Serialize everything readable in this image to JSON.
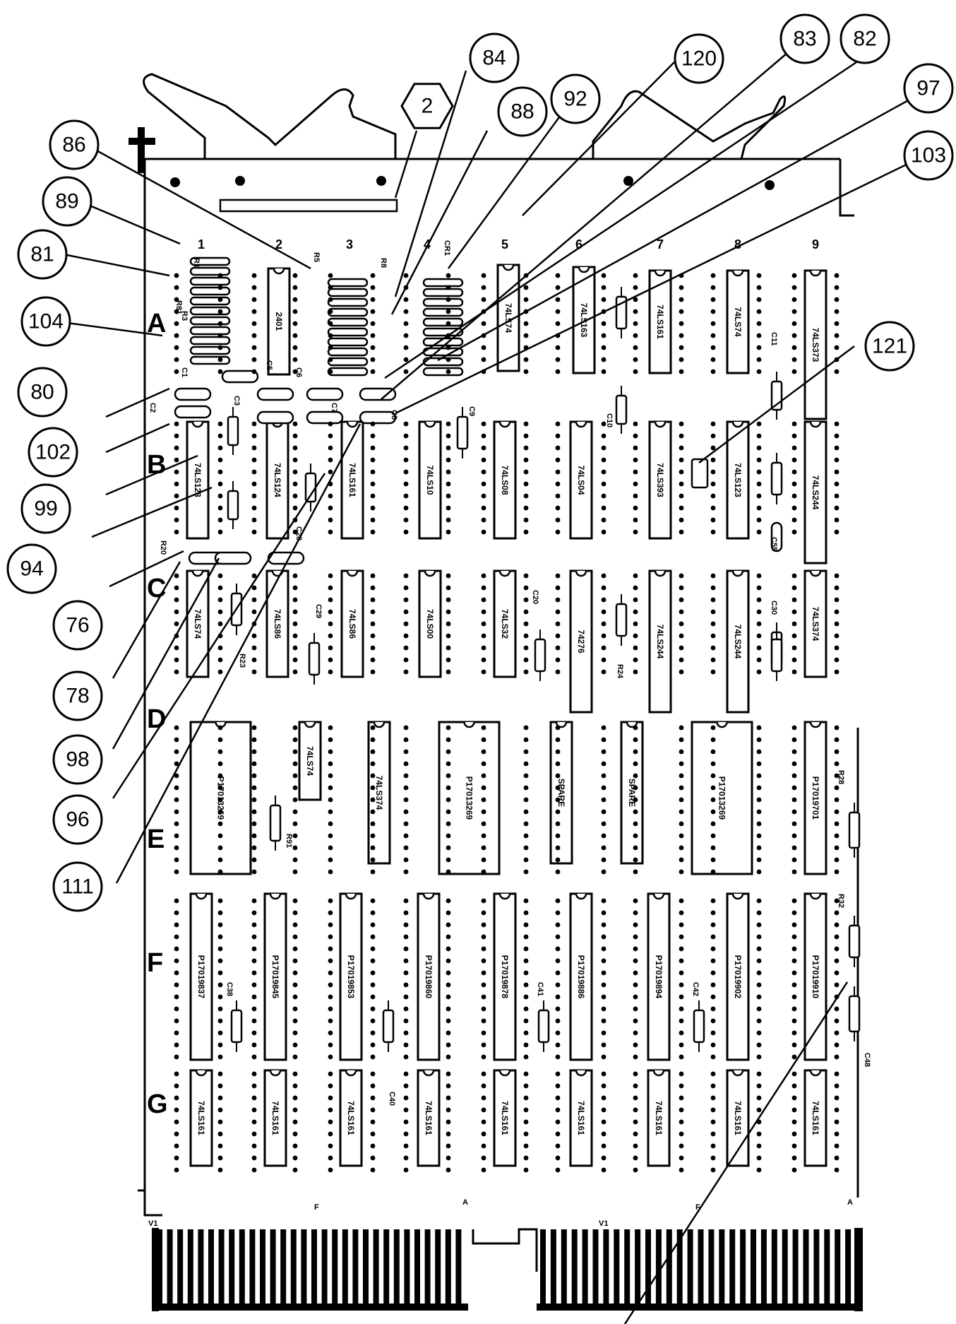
{
  "row_labels": [
    "A",
    "B",
    "C",
    "D",
    "E",
    "F",
    "G"
  ],
  "column_labels": [
    "1",
    "2",
    "3",
    "4",
    "5",
    "6",
    "7",
    "8",
    "9"
  ],
  "callouts": [
    "86",
    "89",
    "81",
    "104",
    "80",
    "102",
    "99",
    "94",
    "76",
    "78",
    "98",
    "96",
    "111",
    "2",
    "84",
    "88",
    "92",
    "120",
    "83",
    "82",
    "97",
    "103",
    "121"
  ],
  "chips": {
    "row_a": [
      "2401",
      "74LS74",
      "74LS163",
      "74LS161",
      "74LS74",
      "74LS373"
    ],
    "row_b": [
      "74LS123",
      "74LS124",
      "74LS161",
      "74LS10",
      "74LS08",
      "74LS04",
      "74LS393",
      "74LS123",
      "74LS244"
    ],
    "row_c": [
      "74LS74",
      "74LS86",
      "74LS86",
      "74LS00",
      "74LS32",
      "74276",
      "74LS244",
      "74LS244",
      "74LS374"
    ],
    "row_d": [
      "P17013269",
      "74LS74",
      "74LS374",
      "P17013269",
      "SPARE",
      "SPARE",
      "P17013269",
      "P17019701"
    ],
    "row_f": [
      "P17019837",
      "P17019845",
      "P17019853",
      "P17019860",
      "P17019878",
      "P17019886",
      "P17019894",
      "P17019902",
      "P17019910"
    ],
    "row_g": [
      "74LS161",
      "74LS161",
      "74LS161",
      "74LS161",
      "74LS161",
      "74LS161",
      "74LS161",
      "74LS161",
      "74LS161"
    ]
  },
  "component_refs": [
    "R1",
    "R3",
    "R5",
    "R8",
    "C1",
    "C2",
    "C3",
    "C5",
    "C6",
    "C7",
    "C8",
    "C9",
    "C10",
    "C11",
    "C20",
    "C28",
    "C29",
    "C30",
    "C38",
    "C40",
    "C41",
    "C42",
    "C48",
    "C55",
    "CR1",
    "R20",
    "R23",
    "R24",
    "R28",
    "R32",
    "R81",
    "R91"
  ],
  "edge_labels": [
    "F",
    "A",
    "F",
    "A",
    "V1",
    "V1"
  ]
}
